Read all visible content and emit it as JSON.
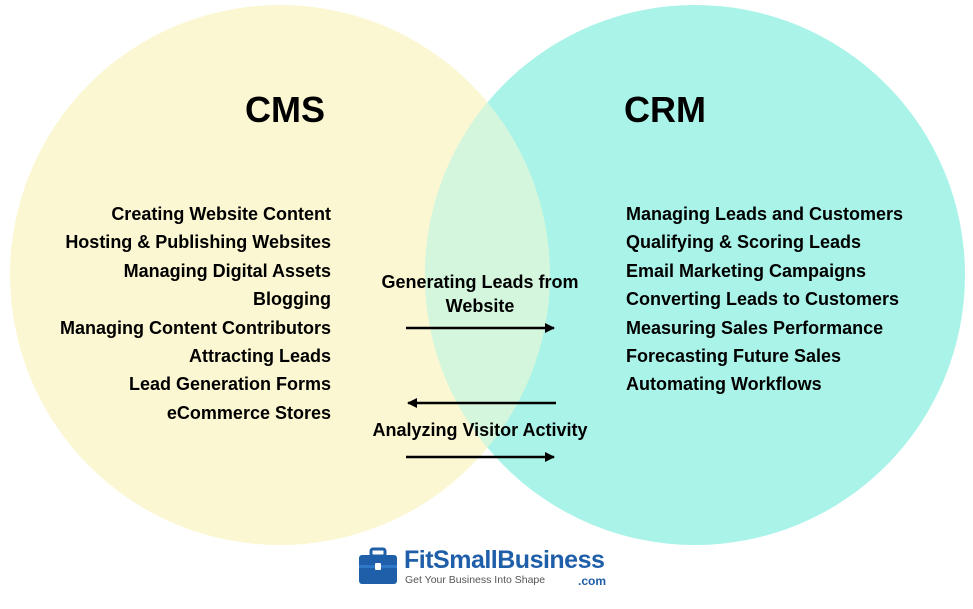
{
  "colors": {
    "cms_circle": "#fbf7d2",
    "crm_circle": "#a9f3e8",
    "overlap": "#d3f6dd",
    "logo_blue": "#1f5ea8"
  },
  "cms": {
    "title": "CMS",
    "items": [
      "Creating Website Content",
      "Hosting & Publishing Websites",
      "Managing Digital Assets",
      "Blogging",
      "Managing Content Contributors",
      "Attracting Leads",
      "Lead Generation Forms",
      "eCommerce Stores"
    ]
  },
  "crm": {
    "title": "CRM",
    "items": [
      "Managing Leads and Customers",
      "Qualifying & Scoring Leads",
      "Email Marketing Campaigns",
      "Converting Leads to Customers",
      "Measuring Sales Performance",
      "Forecasting Future Sales",
      "Automating Workflows"
    ]
  },
  "flows": {
    "generating_leads": "Generating Leads from Website",
    "analyzing_activity": "Analyzing Visitor Activity"
  },
  "logo": {
    "icon": "briefcase-icon",
    "wordmark": "FitSmallBusiness",
    "tagline": "Get Your Business Into Shape",
    "suffix": ".com"
  }
}
